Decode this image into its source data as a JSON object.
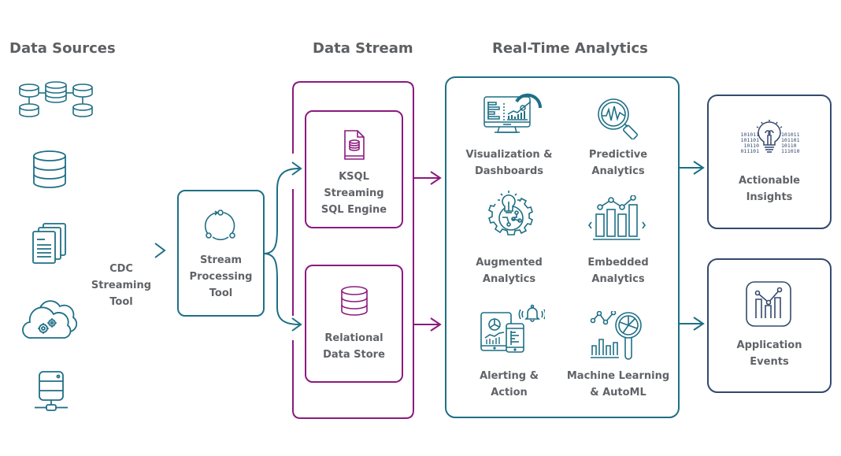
{
  "headings": {
    "data_sources": "Data Sources",
    "data_stream": "Data Stream",
    "real_time_analytics": "Real-Time Analytics"
  },
  "data_sources": {
    "icons": [
      "distributed-database-icon",
      "database-icon",
      "documents-icon",
      "cloud-gears-icon",
      "server-network-icon"
    ]
  },
  "cdc": {
    "line1": "CDC",
    "line2": "Streaming",
    "line3": "Tool"
  },
  "stream_processing": {
    "line1": "Stream",
    "line2": "Processing",
    "line3": "Tool",
    "icon": "cycle-icon"
  },
  "data_stream": {
    "ksql": {
      "line1": "KSQL",
      "line2": "Streaming",
      "line3": "SQL Engine",
      "icon": "sql-file-icon"
    },
    "relational": {
      "line1": "Relational",
      "line2": "Data Store",
      "icon": "database-icon"
    }
  },
  "analytics": {
    "items": [
      {
        "line1": "Visualization &",
        "line2": "Dashboards",
        "icon": "monitor-dashboard-icon"
      },
      {
        "line1": "Predictive",
        "line2": "Analytics",
        "icon": "magnifier-pulse-icon"
      },
      {
        "line1": "Augmented",
        "line2": "Analytics",
        "icon": "gear-lightbulb-icon"
      },
      {
        "line1": "Embedded",
        "line2": "Analytics",
        "icon": "embedded-chart-icon"
      },
      {
        "line1": "Alerting &",
        "line2": "Action",
        "icon": "devices-bell-icon"
      },
      {
        "line1": "Machine Learning",
        "line2": "& AutoML",
        "icon": "ml-chart-magnifier-icon"
      }
    ]
  },
  "outputs": {
    "insights": {
      "line1": "Actionable",
      "line2": "Insights",
      "icon": "lightbulb-binary-icon",
      "binary_left": [
        "101011",
        "101101",
        "10110",
        "011101"
      ],
      "binary_right": [
        "101011",
        "101101",
        "10110",
        "111010"
      ]
    },
    "events": {
      "line1": "Application",
      "line2": "Events",
      "icon": "app-chart-icon"
    }
  },
  "colors": {
    "teal": "#1e6f86",
    "purple": "#8b1a7e",
    "navy": "#33496e",
    "text": "#5d6063"
  }
}
